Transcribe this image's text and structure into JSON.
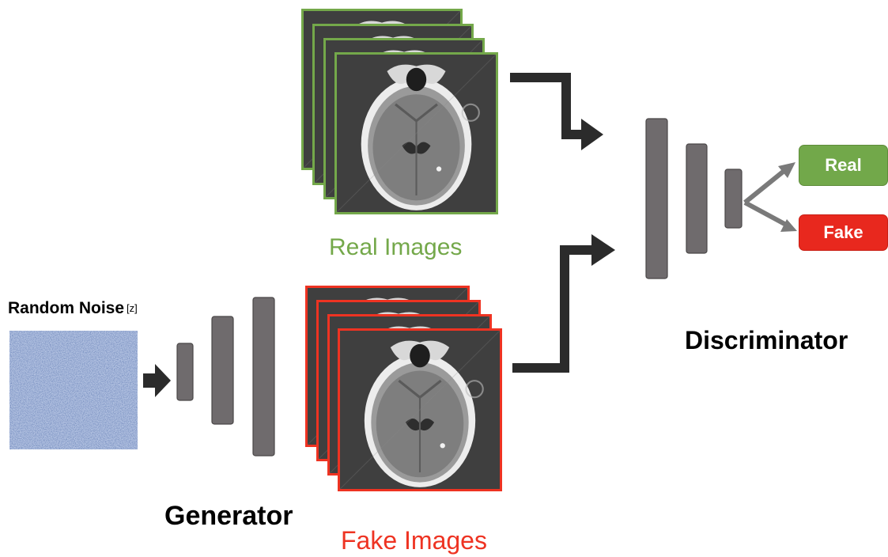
{
  "labels": {
    "random_noise": "Random Noise",
    "z": "[z]",
    "generator": "Generator",
    "discriminator": "Discriminator",
    "real_images": "Real Images",
    "fake_images": "Fake Images"
  },
  "outputs": {
    "real": "Real",
    "fake": "Fake"
  },
  "colors": {
    "real": "#72a84a",
    "fake": "#e8281e",
    "layer": "#6f6b6d",
    "arrow": "#2b2b2b",
    "noise": "#a9bbdd"
  },
  "icons": {
    "noise": "noise-texture-icon",
    "scan": "brain-ct-scan-icon"
  }
}
